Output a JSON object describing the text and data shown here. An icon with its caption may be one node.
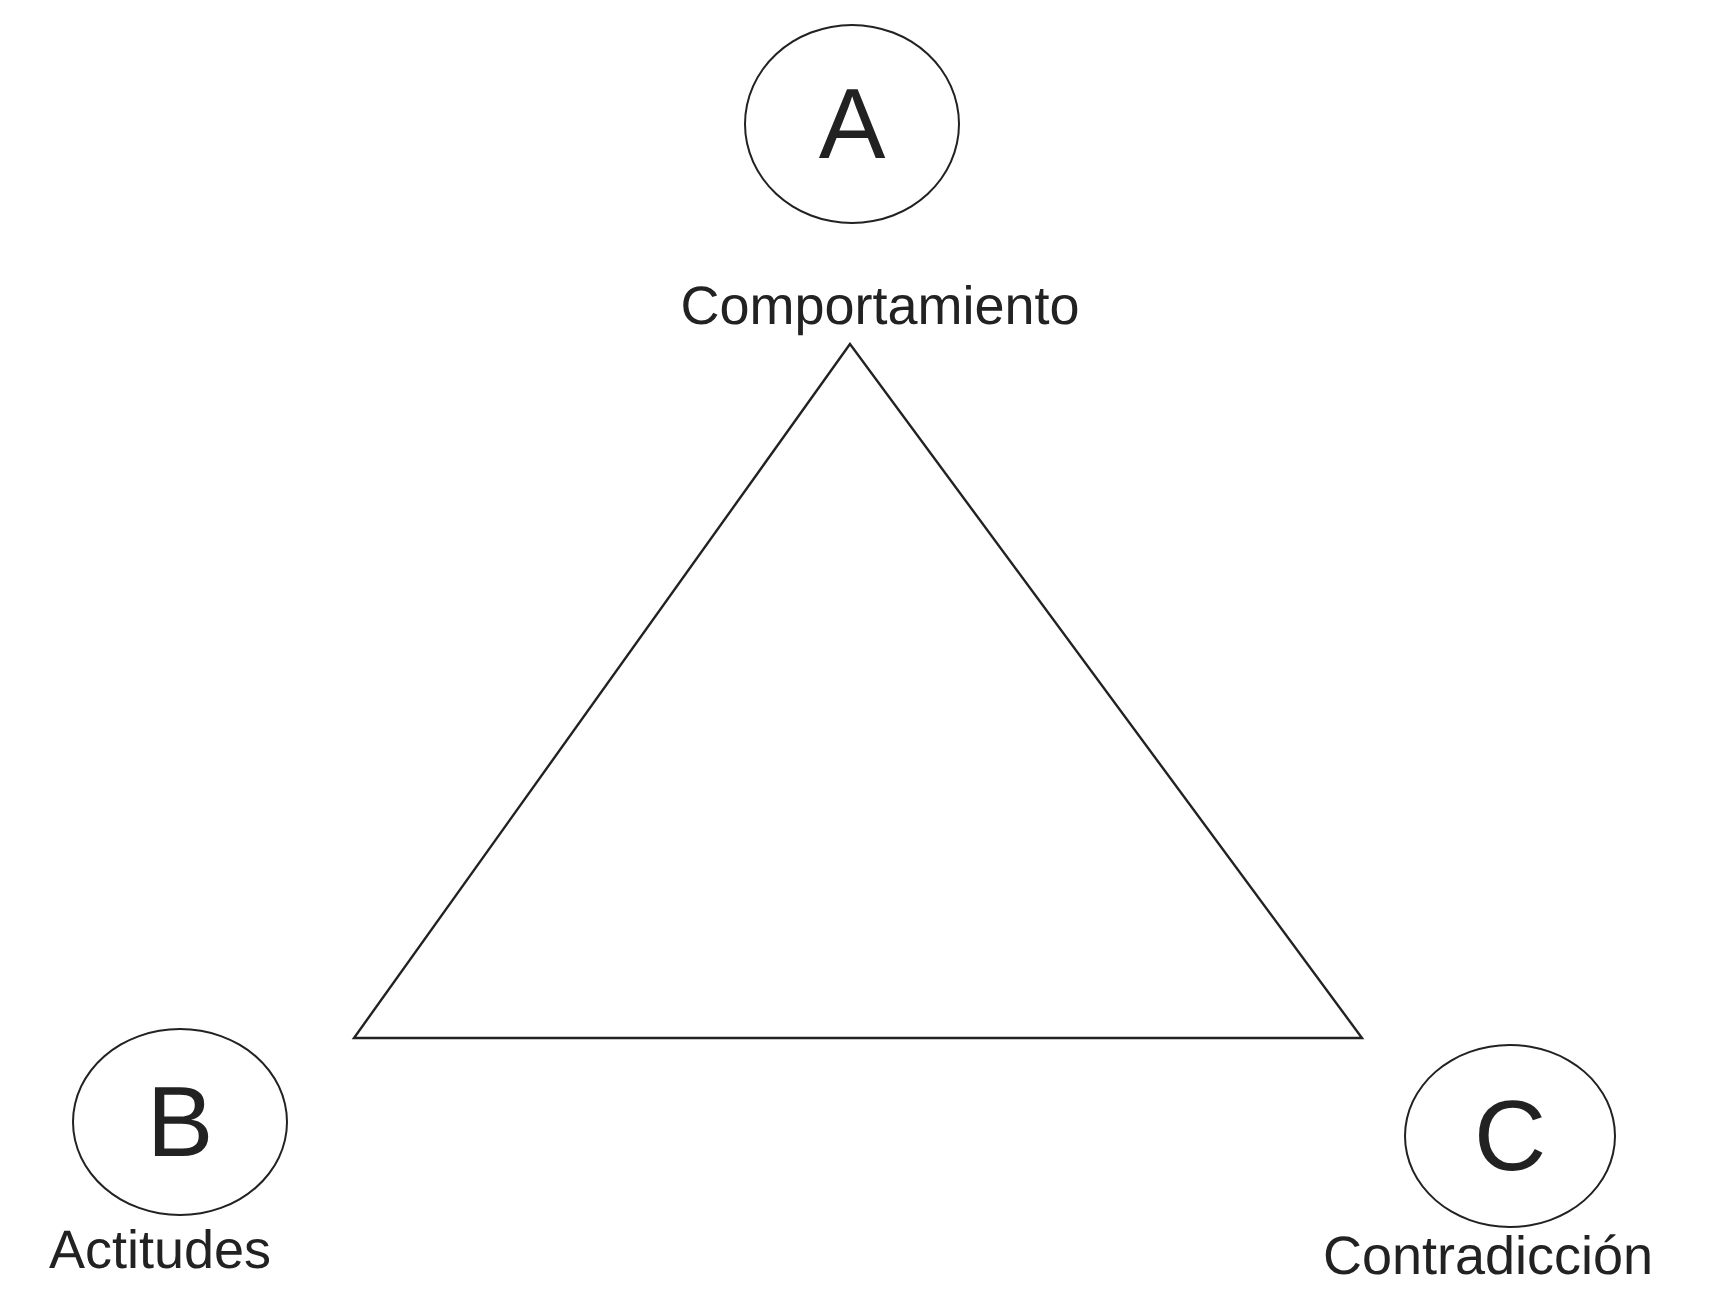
{
  "diagram": {
    "nodes": [
      {
        "text": [
          "A"
        ],
        "beside": [
          "Comportamiento"
        ]
      },
      {
        "text": [
          "B"
        ],
        "beside": [
          "Actitudes"
        ]
      },
      {
        "text": [
          "C"
        ],
        "beside": [
          "Contradicción"
        ]
      }
    ]
  }
}
